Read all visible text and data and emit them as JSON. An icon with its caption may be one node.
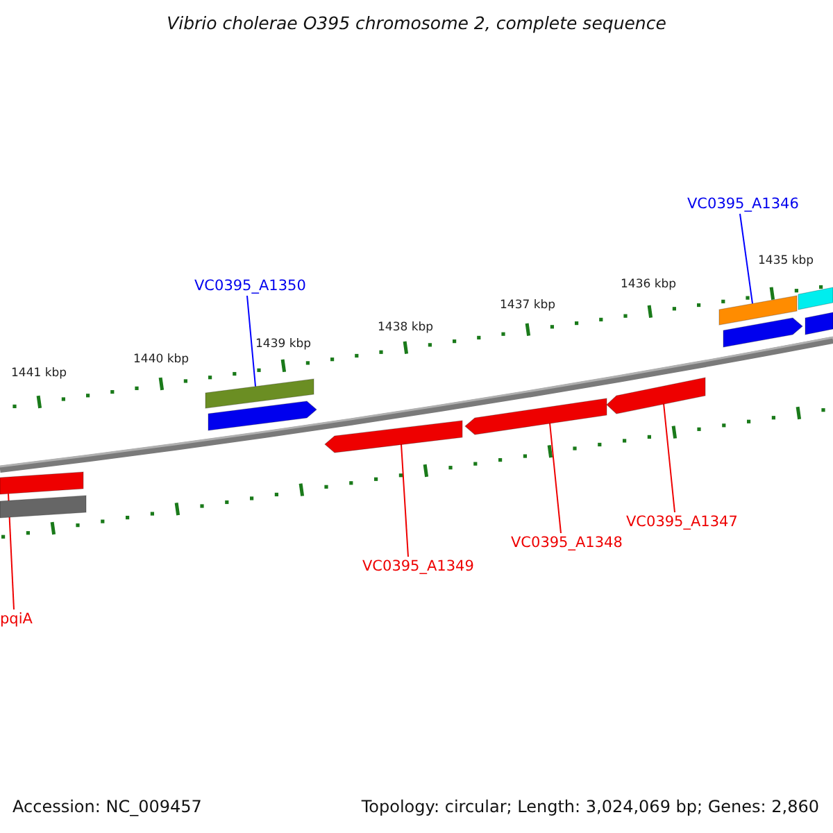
{
  "diagram": {
    "title": "Vibrio cholerae O395 chromosome 2, complete sequence",
    "nodes": [
      {
        "text": [
          "VC0395_A1350"
        ]
      },
      {
        "text": [],
        "shape": "bar"
      },
      {
        "text": [
          "VC0395_A1346"
        ]
      },
      {
        "text": [],
        "shape": "bar"
      },
      {
        "text": [
          "pqiA"
        ]
      },
      {
        "text": [],
        "shape": "bar"
      },
      {
        "text": [
          "VC0395_A1349"
        ]
      },
      {
        "text": [],
        "shape": "arrow"
      },
      {
        "text": [
          "VC0395_A1348"
        ]
      },
      {
        "text": [],
        "shape": "arrow"
      },
      {
        "text": [
          "VC0395_A1347"
        ]
      },
      {
        "text": [],
        "shape": "arrow"
      },
      {
        "text": [],
        "shape": "bar"
      },
      {
        "text": [],
        "shape": "arrow"
      },
      {
        "text": [],
        "shape": "arrow"
      },
      {
        "text": [],
        "shape": "bar"
      },
      {
        "text": [],
        "shape": "bar"
      }
    ],
    "edges": [
      {
        "from": 0,
        "to": 1,
        "arrow": "none",
        "color": "#0000ff"
      },
      {
        "from": 2,
        "to": 3,
        "arrow": "none",
        "color": "#0000ff"
      },
      {
        "from": 4,
        "to": 5,
        "arrow": "none"
      },
      {
        "from": 6,
        "to": 7,
        "arrow": "none"
      },
      {
        "from": 8,
        "to": 9,
        "arrow": "none"
      },
      {
        "from": 10,
        "to": 11,
        "arrow": "none"
      }
    ],
    "labels": [
      "1441 kbp",
      "1440 kbp",
      "1439 kbp",
      "1438 kbp",
      "1437 kbp",
      "1436 kbp",
      "1435 kbp",
      "Accession: NC_009457",
      "Topology: circular; Length: 3,024,069 bp; Genes: 2,860"
    ]
  }
}
